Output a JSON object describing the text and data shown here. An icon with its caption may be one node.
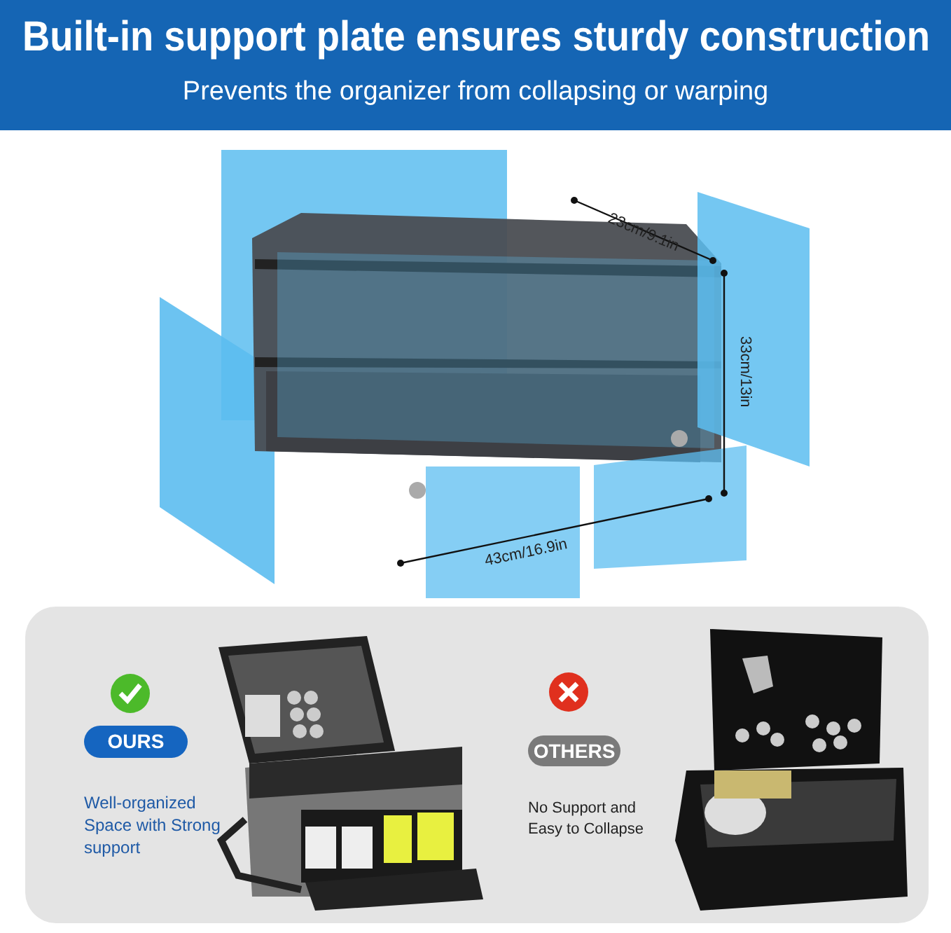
{
  "diagram": {
    "title": "Built-in support plate ensures sturdy construction",
    "nodes": [
      {
        "text": [
          "OURS"
        ]
      },
      {
        "text": [
          "OTHERS"
        ]
      }
    ],
    "labels": [
      "Prevents the organizer from collapsing or warping",
      "23cm/9.1in",
      "33cm/13in",
      "43cm/16.9in",
      "Well-organized Space with Strong support",
      "No Support and Easy to Collapse"
    ]
  }
}
